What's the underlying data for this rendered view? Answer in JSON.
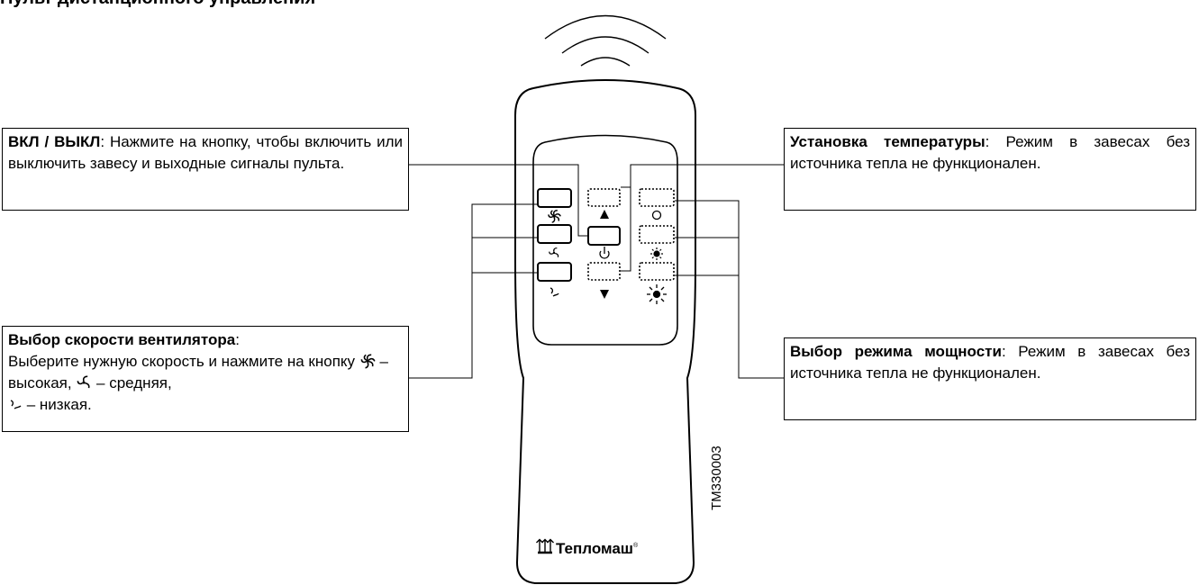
{
  "title": "Пульт дистанционного управления",
  "callouts": {
    "onoff": {
      "term": "ВКЛ / ВЫКЛ",
      "text": ": Нажмите на кнопку, чтобы включить или выключить завесу и выходные сигналы пульта."
    },
    "temperature": {
      "term": "Установка температуры",
      "text": ": Режим в завесах без источника тепла не функционален."
    },
    "fan_speed": {
      "term": "Выбор скорости вентилятора",
      "text_1": ":",
      "text_2": "Выберите нужную скорость и нажмите на кнопку",
      "high": " – высокая,",
      "medium": " – средняя,",
      "low": " – низкая."
    },
    "power_mode": {
      "term": "Выбор режима мощности",
      "text": ": Режим в завесах без источника тепла не функционален."
    }
  },
  "remote": {
    "brand": "Тепломаш",
    "brand_mark": "®",
    "code": "TM330003",
    "buttons": {
      "fan_left": [
        {
          "id": "fan-high",
          "icon": "fan-high-icon",
          "style": "solid"
        },
        {
          "id": "fan-medium",
          "icon": "fan-medium-icon",
          "style": "solid"
        },
        {
          "id": "fan-low",
          "icon": "fan-low-icon",
          "style": "solid"
        }
      ],
      "center": [
        {
          "id": "temp-up",
          "icon": "arrow-up-icon",
          "style": "dotted"
        },
        {
          "id": "power",
          "icon": "power-icon",
          "style": "solid"
        },
        {
          "id": "temp-down",
          "icon": "arrow-down-icon",
          "style": "dotted"
        }
      ],
      "power_right": [
        {
          "id": "power-off-mode",
          "icon": "circle-icon",
          "style": "dotted"
        },
        {
          "id": "power-half-mode",
          "icon": "sun-small-icon",
          "style": "dotted"
        },
        {
          "id": "power-full-mode",
          "icon": "sun-large-icon",
          "style": "dotted"
        }
      ]
    }
  },
  "colors": {
    "line": "#000000",
    "background": "#ffffff"
  }
}
